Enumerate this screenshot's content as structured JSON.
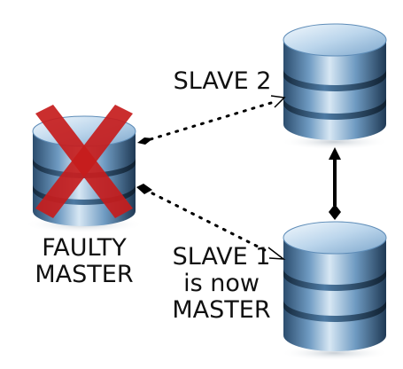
{
  "labels": {
    "slave2": "SLAVE 2",
    "faulty_master": [
      "FAULTY",
      "MASTER"
    ],
    "slave1_now_master": [
      "SLAVE 1",
      "is now",
      "MASTER"
    ]
  },
  "colors": {
    "db_top": "#dbe9f5",
    "db_body": "#6f9bc2",
    "db_dark": "#2c4d6e",
    "db_light": "#b6d1e8",
    "cross": "#c61c1c",
    "connector": "#000000"
  },
  "status": {
    "faulty_master": "failed",
    "slave2_link_to_slave1": "replication"
  }
}
